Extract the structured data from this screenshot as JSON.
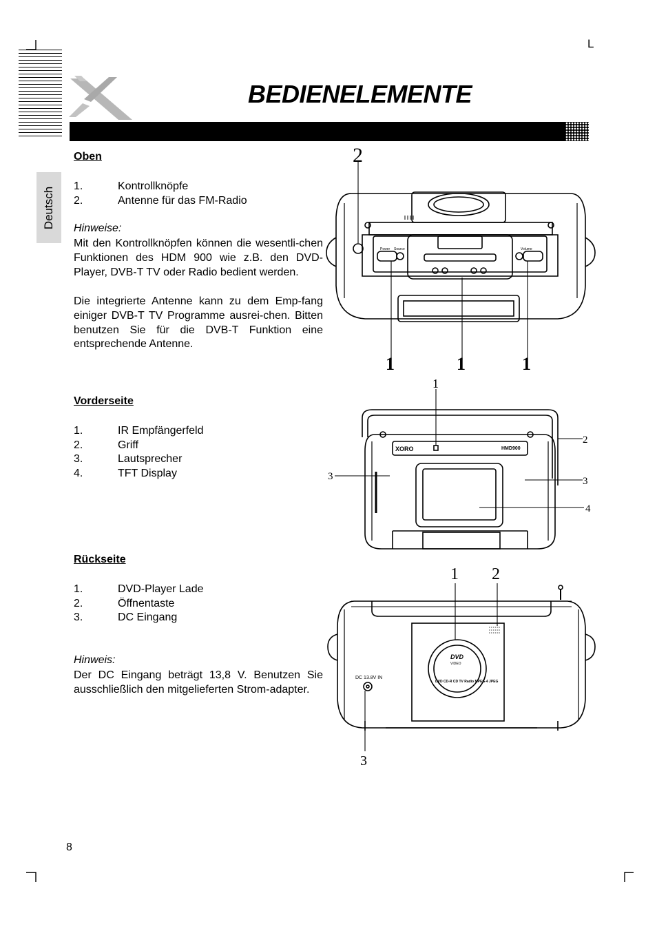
{
  "header": {
    "title": "BEDIENELEMENTE",
    "corner_mark": "L"
  },
  "sidebar": {
    "language_tab": "Deutsch"
  },
  "sections": {
    "top": {
      "heading": "Oben",
      "items": [
        {
          "num": "1.",
          "label": "Kontrollknöpfe"
        },
        {
          "num": "2.",
          "label": "Antenne für das FM-Radio"
        }
      ],
      "note_title": "Hinweise:",
      "note_1": "Mit den Kontrollknöpfen können die wesentli-chen Funktionen des HDM 900 wie z.B. den DVD-Player, DVB-T TV oder Radio bedient werden.",
      "note_2": "Die integrierte Antenne kann zu dem Emp-fang einiger DVB-T TV Programme ausrei-chen. Bitten benutzen Sie für die DVB-T Funktion eine entsprechende Antenne."
    },
    "front": {
      "heading": "Vorderseite",
      "items": [
        {
          "num": "1.",
          "label": "IR Empfängerfeld"
        },
        {
          "num": "2.",
          "label": "Griff"
        },
        {
          "num": "3.",
          "label": "Lautsprecher"
        },
        {
          "num": "4.",
          "label": "TFT Display"
        }
      ]
    },
    "back": {
      "heading": "Rückseite",
      "items": [
        {
          "num": "1.",
          "label": "DVD-Player Lade"
        },
        {
          "num": "2.",
          "label": "Öffnentaste"
        },
        {
          "num": "3.",
          "label": "DC Eingang"
        }
      ],
      "note_title": "Hinweis:",
      "note": "Der DC Eingang beträgt 13,8 V. Benutzen Sie ausschließlich den mitgelieferten Strom-adapter."
    }
  },
  "figures": {
    "top_view": {
      "callouts": [
        "2",
        "1",
        "1",
        "1"
      ],
      "labels": {
        "power": "Power",
        "source": "Source",
        "volume": "Volume"
      }
    },
    "front_view": {
      "callouts": [
        "1",
        "2",
        "3",
        "3",
        "4"
      ],
      "brand": "XORO",
      "model": "HMD900"
    },
    "back_view": {
      "callouts": [
        "1",
        "2",
        "3"
      ],
      "dc_label": "DC 13.8V IN",
      "disc_logo": "DVD",
      "disc_sub": "VIDEO",
      "disc_ring": "DVD CD-R CD TV Radio MPEG-4 JPEG"
    }
  },
  "footer": {
    "page_number": "8"
  }
}
